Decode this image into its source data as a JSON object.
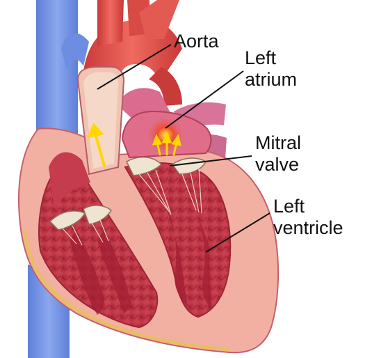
{
  "diagram": {
    "labels": {
      "aorta": [
        "Aorta"
      ],
      "left_atrium": [
        "Left",
        "atrium"
      ],
      "mitral_valve": [
        "Mitral",
        "valve"
      ],
      "left_ventricle": [
        "Left",
        "ventricle"
      ]
    },
    "colors": {
      "vena_cava": "#7f9fe6",
      "artery": "#e0524f",
      "pulmonary_vessel": "#d8749a",
      "myocardium": "#f1b0a2",
      "chamber": "#b82d3e",
      "valve": "#efe4d2",
      "blood_flow_arrow": "#ffd600"
    }
  }
}
